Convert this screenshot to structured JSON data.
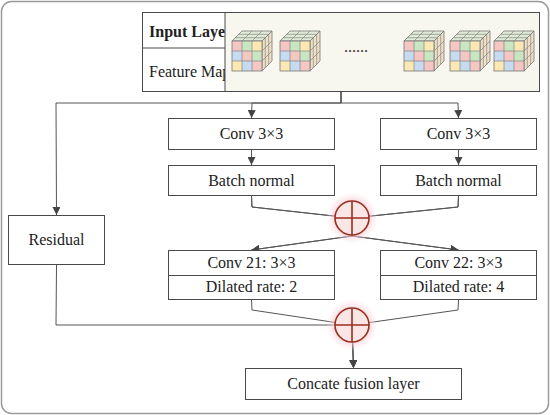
{
  "diagram": {
    "nodes": [
      {
        "text": [
          "Input Layer",
          "Feature Maps"
        ]
      },
      {
        "text": [
          "Conv 3×3"
        ]
      },
      {
        "text": [
          "Conv 3×3"
        ]
      },
      {
        "text": [
          "Batch normal"
        ]
      },
      {
        "text": [
          "Batch normal"
        ]
      },
      {
        "text": [
          "Residual"
        ]
      },
      {
        "text": [
          "Conv 21: 3×3",
          "Dilated rate: 2"
        ]
      },
      {
        "text": [
          "Conv 22: 3×3",
          "Dilated rate: 4"
        ]
      },
      {
        "text": [
          "Concate fusion layer"
        ]
      }
    ],
    "edges": [
      {
        "from": 0,
        "to": 1,
        "arrow": "to"
      },
      {
        "from": 0,
        "to": 2,
        "arrow": "to"
      },
      {
        "from": 0,
        "to": 5,
        "arrow": "to"
      },
      {
        "from": 1,
        "to": 3,
        "arrow": "to"
      },
      {
        "from": 2,
        "to": 4,
        "arrow": "to"
      },
      {
        "from": 3,
        "to": 6,
        "arrow": "to"
      },
      {
        "from": 3,
        "to": 7,
        "arrow": "to"
      },
      {
        "from": 4,
        "to": 6,
        "arrow": "to"
      },
      {
        "from": 4,
        "to": 7,
        "arrow": "to"
      },
      {
        "from": 5,
        "to": 8,
        "arrow": "to"
      },
      {
        "from": 6,
        "to": 8,
        "arrow": "to"
      },
      {
        "from": 7,
        "to": 8,
        "arrow": "to"
      }
    ],
    "labels": [
      "......"
    ]
  }
}
